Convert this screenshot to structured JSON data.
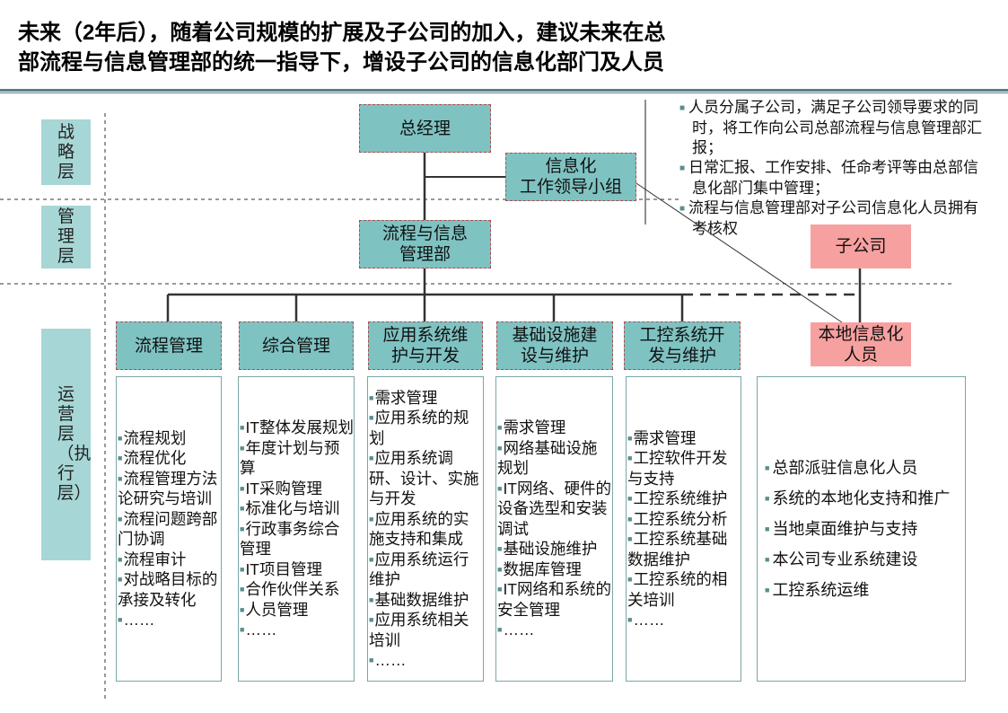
{
  "title": {
    "line1": "未来（2年后），随着公司规模的扩展及子公司的加入，建议未来在总",
    "line2": "部流程与信息管理部的统一指导下，增设子公司的信息化部门及人员"
  },
  "layers": {
    "strategy": "战略层",
    "management": "管理层",
    "operation": "运营层（执行层）"
  },
  "nodes": {
    "gm": "总经理",
    "it_group": {
      "line1": "信息化",
      "line2": "工作领导小组"
    },
    "process_dept": {
      "line1": "流程与信息",
      "line2": "管理部"
    },
    "subsidiary": "子公司",
    "local_it": {
      "line1": "本地信息化",
      "line2": "人员"
    }
  },
  "departments": [
    {
      "name": "流程管理",
      "items": [
        "流程规划",
        "流程优化",
        "流程管理方法论研究与培训",
        "流程问题跨部门协调",
        "流程审计",
        "对战略目标的承接及转化",
        "……"
      ]
    },
    {
      "name": "综合管理",
      "items": [
        "IT整体发展规划",
        "年度计划与预算",
        "IT采购管理",
        "标准化与培训",
        "行政事务综合管理",
        "IT项目管理",
        "合作伙伴关系",
        "人员管理",
        "……"
      ]
    },
    {
      "name": "应用系统维护与开发",
      "items": [
        "需求管理",
        "应用系统的规划",
        "应用系统调研、设计、实施与开发",
        "应用系统的实施支持和集成",
        "应用系统运行维护",
        "基础数据维护",
        "应用系统相关培训",
        "……"
      ]
    },
    {
      "name": "基础设施建设与维护",
      "items": [
        "需求管理",
        "网络基础设施规划",
        "IT网络、硬件的设备选型和安装调试",
        "基础设施维护",
        "数据库管理",
        "IT网络和系统的安全管理",
        "……"
      ]
    },
    {
      "name": "工控系统开发与维护",
      "items": [
        "需求管理",
        "工控软件开发与支持",
        "工控系统维护",
        "工控系统分析",
        "工控系统基础数据维护",
        "工控系统的相关培训",
        "……"
      ]
    }
  ],
  "local_items": [
    "总部派驻信息化人员",
    "系统的本地化支持和推广",
    "当地桌面维护与支持",
    "本公司专业系统建设",
    "工控系统运维"
  ],
  "notes": [
    "人员分属子公司，满足子公司领导要求的同时，将工作向公司总部流程与信息管理部汇报；",
    "日常汇报、工作安排、任命考评等由总部信息化部门集中管理；",
    "流程与信息管理部对子公司信息化人员拥有考核权"
  ],
  "colors": {
    "teal_box": "#7fc2c2",
    "layer_label": "#a7d6d6",
    "pink": "#f7a0a0",
    "bullet": "#5a8d8d"
  }
}
